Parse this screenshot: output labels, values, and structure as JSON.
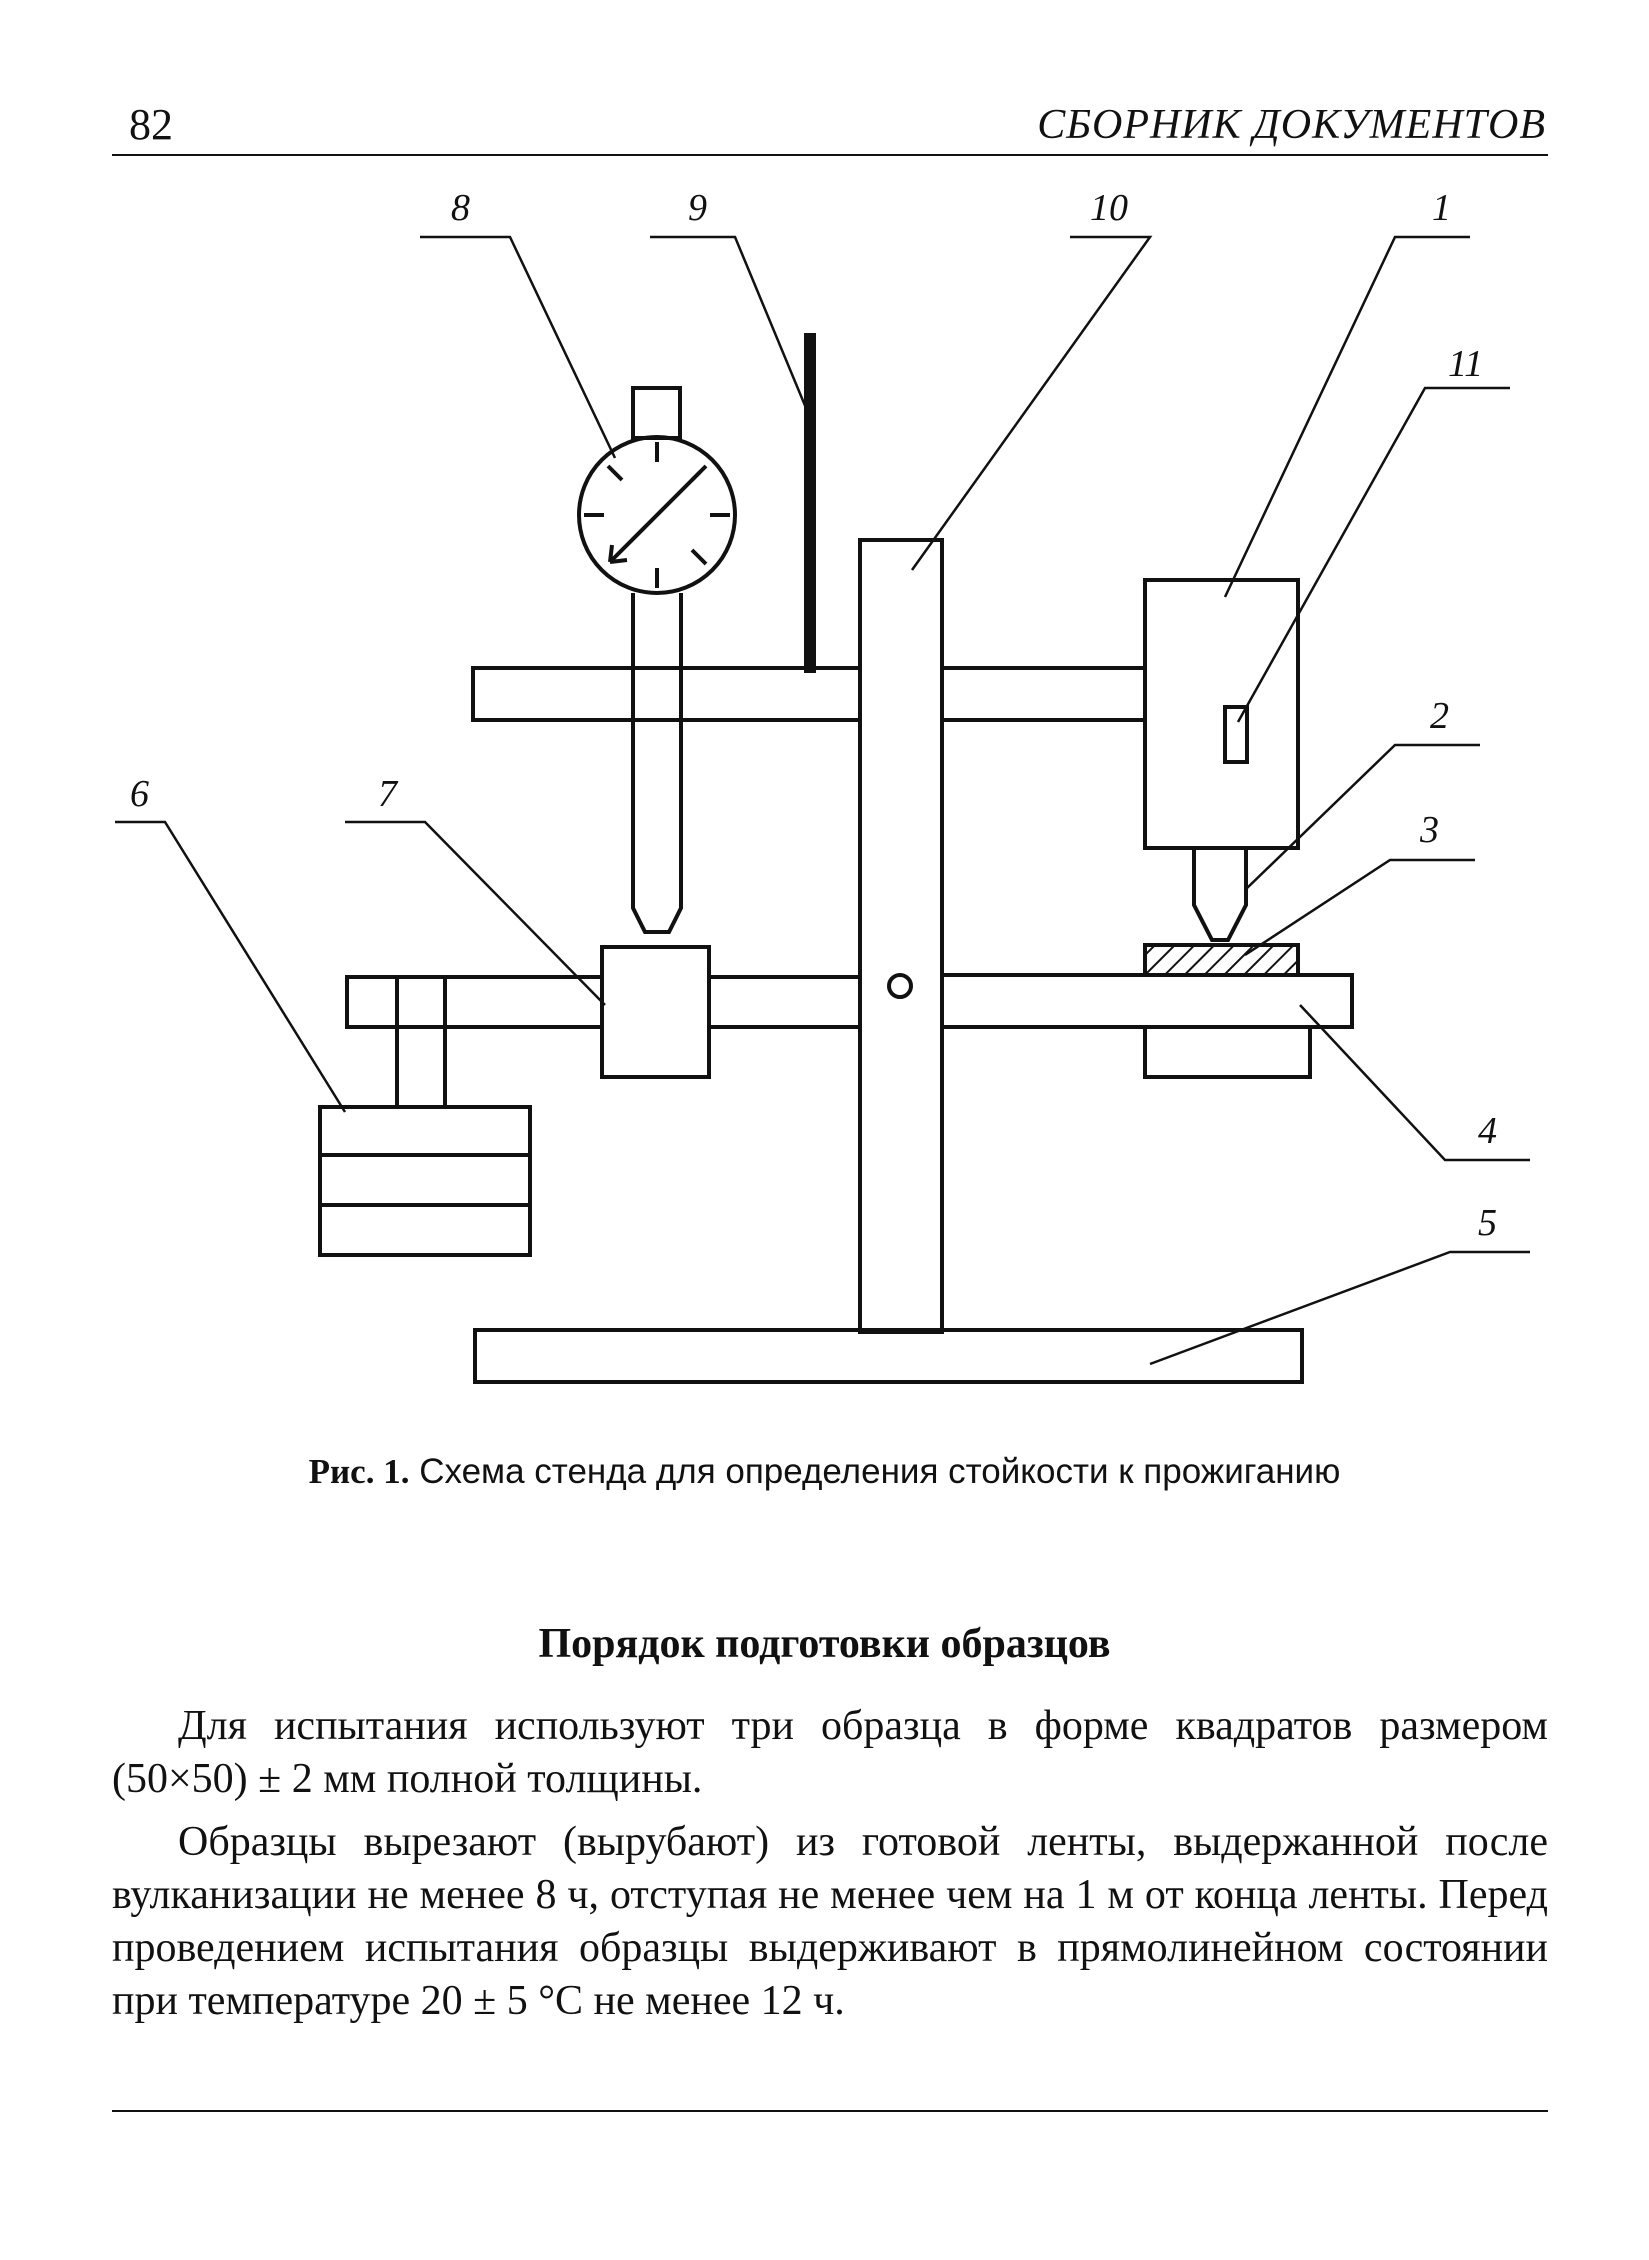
{
  "header": {
    "page_number": "82",
    "running_title": "СБОРНИК ДОКУМЕНТОВ"
  },
  "figure": {
    "labels": {
      "l1": "1",
      "l2": "2",
      "l3": "3",
      "l4": "4",
      "l5": "5",
      "l6": "6",
      "l7": "7",
      "l8": "8",
      "l9": "9",
      "l10": "10",
      "l11": "11"
    },
    "caption_prefix": "Рис. 1.",
    "caption_text": " Схема стенда для определения стойкости к прожиганию"
  },
  "section": {
    "heading": "Порядок подготовки образцов",
    "paragraphs": [
      "Для испытания используют три образца в форме квадратов размером (50×50) ± 2 мм полной толщины.",
      "Образцы вырезают (вырубают) из готовой ленты, выдержанной после вулканизации не менее 8 ч, отступая не менее чем на 1 м от конца ленты. Перед проведением испытания образцы выдерживают в прямолинейном состоянии при температуре 20 ± 5 °С не менее 12 ч."
    ]
  }
}
